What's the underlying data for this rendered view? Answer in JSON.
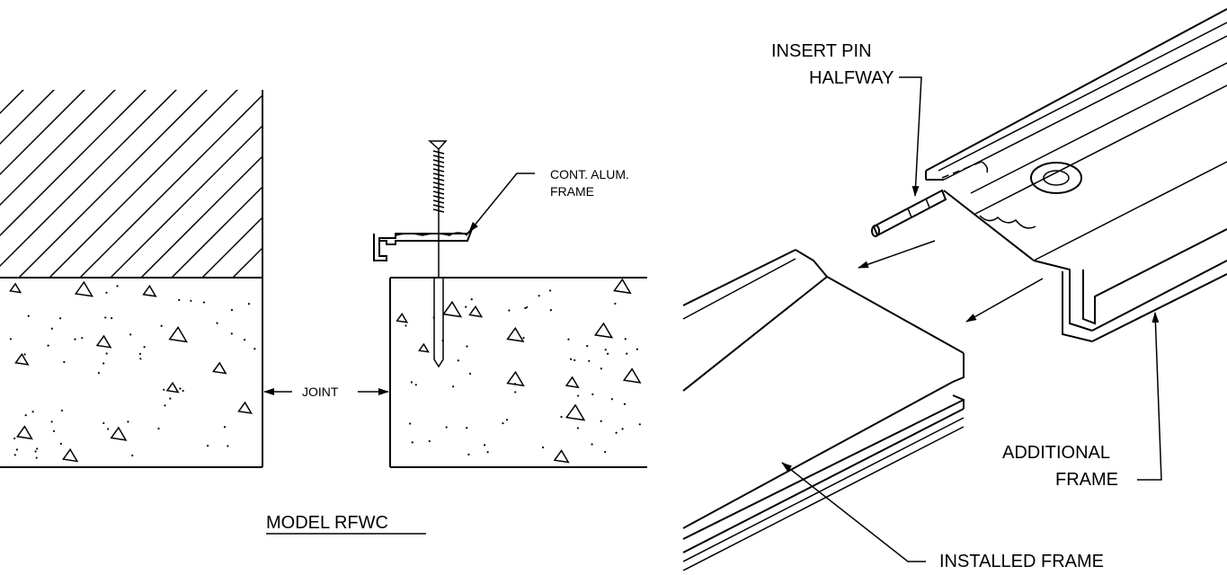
{
  "labels": {
    "cont_alum_frame_line1": "CONT. ALUM.",
    "cont_alum_frame_line2": "FRAME",
    "joint": "JOINT",
    "model": "MODEL RFWC",
    "insert_pin_line1": "INSERT PIN",
    "insert_pin_line2": "HALFWAY",
    "additional_frame_line1": "ADDITIONAL",
    "additional_frame_line2": "FRAME",
    "installed_frame": "INSTALLED FRAME"
  }
}
